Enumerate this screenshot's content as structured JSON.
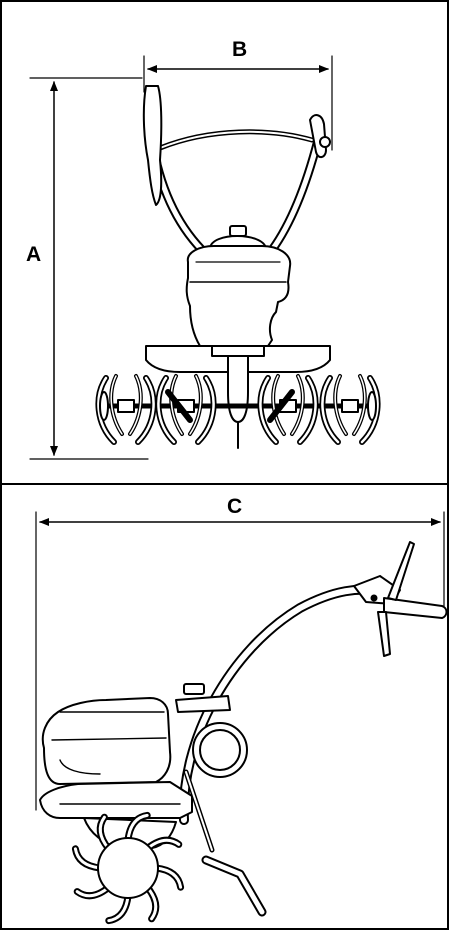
{
  "labels": {
    "a": "A",
    "b": "B",
    "c": "C"
  },
  "figures": [
    {
      "view": "front",
      "dimensions": [
        "A",
        "B"
      ]
    },
    {
      "view": "side",
      "dimensions": [
        "C"
      ]
    }
  ],
  "colors": {
    "line": "#000000",
    "fill": "#ffffff",
    "shade": "#d9d9d9"
  }
}
